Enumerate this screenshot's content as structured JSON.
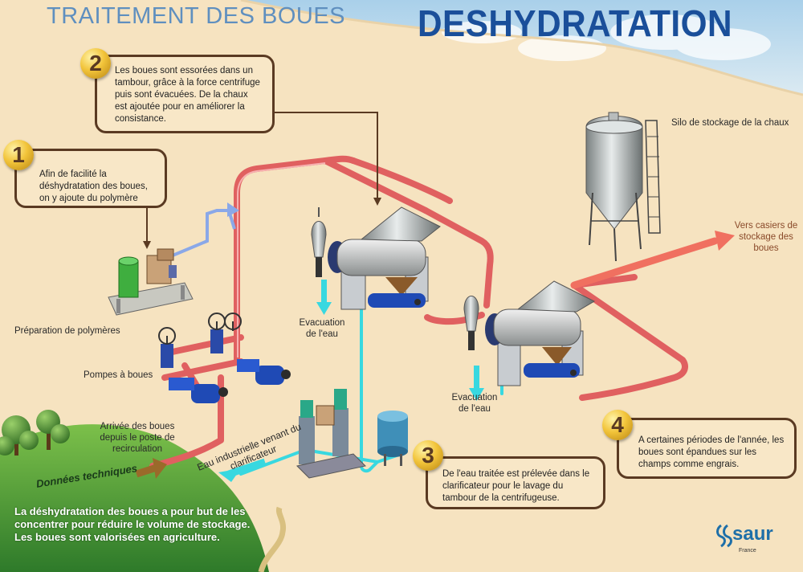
{
  "header": {
    "title_left": "TRAITEMENT DES BOUES",
    "title_right": "DESHYDRATATION"
  },
  "steps": [
    {
      "number": "1",
      "text": "Afin de facilité la déshydratation des boues, on y ajoute du polymère"
    },
    {
      "number": "2",
      "text": "Les boues sont essorées dans un tambour, grâce à la force centrifuge puis sont évacuées. De la chaux est ajoutée pour en améliorer la consistance."
    },
    {
      "number": "3",
      "text": "De l'eau traitée est prélevée dans le clarificateur pour le lavage du tambour de la centrifugeuse."
    },
    {
      "number": "4",
      "text": "A certaines périodes de l'année, les boues sont épandues sur les champs comme engrais."
    }
  ],
  "labels": {
    "polymer_prep": "Préparation de polymères",
    "sludge_pumps": "Pompes à boues",
    "sludge_arrival": "Arrivée des boues depuis le poste de recirculation",
    "water_out_1": "Evacuation de l'eau",
    "water_out_2": "Evacuation de l'eau",
    "lime_silo": "Silo de stockage de la chaux",
    "to_storage": "Vers casiers de stockage des boues",
    "industrial_water": "Eau industrielle venant du clarificateur"
  },
  "technical": {
    "title": "Données techniques",
    "text": "La déshydratation des boues a pour but de les concentrer pour réduire le volume de stockage. Les boues sont valorisées en agriculture."
  },
  "logo": {
    "brand": "saur",
    "sub": "France"
  },
  "colors": {
    "sludge_pipe": "#e06060",
    "water_pipe": "#38d8e0",
    "arrow_out": "#f07060",
    "polymer_pipe": "#8aa8e8",
    "frame": "#5a3a22",
    "background": "#f6e3c0",
    "hill": "#4a9a3a",
    "sky": "#b8d8ee"
  }
}
